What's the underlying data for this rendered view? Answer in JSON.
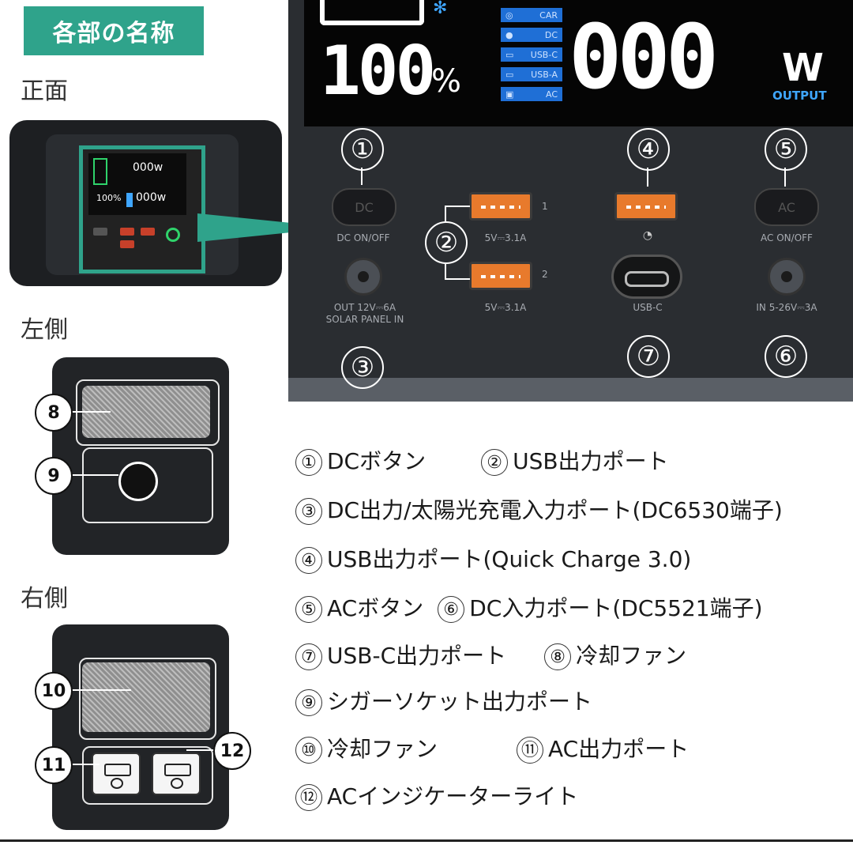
{
  "header": {
    "section_title": "各部の名称"
  },
  "views": {
    "front": "正面",
    "left": "左側",
    "right": "右側"
  },
  "front_photo": {
    "mini_lcd_top": "000w",
    "mini_lcd_bottom": "000w",
    "mini_lcd_percent": "100%"
  },
  "lcd": {
    "percent_value": "100",
    "percent_sign": "%",
    "watt_value": "000",
    "watt_unit": "W",
    "output_label": "OUTPUT",
    "indicators": [
      "CAR",
      "DC",
      "USB-C",
      "USB-A",
      "AC"
    ]
  },
  "panel": {
    "callouts": [
      "①",
      "②",
      "③",
      "④",
      "⑤",
      "⑥",
      "⑦"
    ],
    "dc_button_text": "DC",
    "dc_onoff": "DC ON/OFF",
    "ac_button_text": "AC",
    "ac_onoff": "AC ON/OFF",
    "usb_a_port1_spec": "5V⎓3.1A",
    "usb_a_port1_index": "1",
    "usb_a_port2_spec": "5V⎓3.1A",
    "usb_a_port2_index": "2",
    "dc_out_spec_line1": "OUT 12V⎓6A",
    "dc_out_spec_line2": "SOLAR PANEL IN",
    "usbc_caption": "USB-C",
    "dc_in_spec": "IN 5-26V⎓3A"
  },
  "side_callouts": {
    "c8": "8",
    "c9": "9",
    "c10": "10",
    "c11": "11",
    "c12": "12"
  },
  "legend": {
    "l1_num": "①",
    "l1_text": "DCボタン",
    "l2_num": "②",
    "l2_text": "USB出力ポート",
    "l3_num": "③",
    "l3_text": "DC出力/太陽光充電入力ポート(DC6530端子)",
    "l4_num": "④",
    "l4_text": "USB出力ポート(Quick Charge 3.0)",
    "l5_num": "⑤",
    "l5_text": "ACボタン",
    "l6_num": "⑥",
    "l6_text": "DC入力ポート(DC5521端子)",
    "l7_num": "⑦",
    "l7_text": "USB-C出力ポート",
    "l8_num": "⑧",
    "l8_text": "冷却ファン",
    "l9_num": "⑨",
    "l9_text": "シガーソケット出力ポート",
    "l10_num": "⑩",
    "l10_text": "冷却ファン",
    "l11_num": "⑪",
    "l11_text": "AC出力ポート",
    "l12_num": "⑫",
    "l12_text": "ACインジケーターライト"
  }
}
